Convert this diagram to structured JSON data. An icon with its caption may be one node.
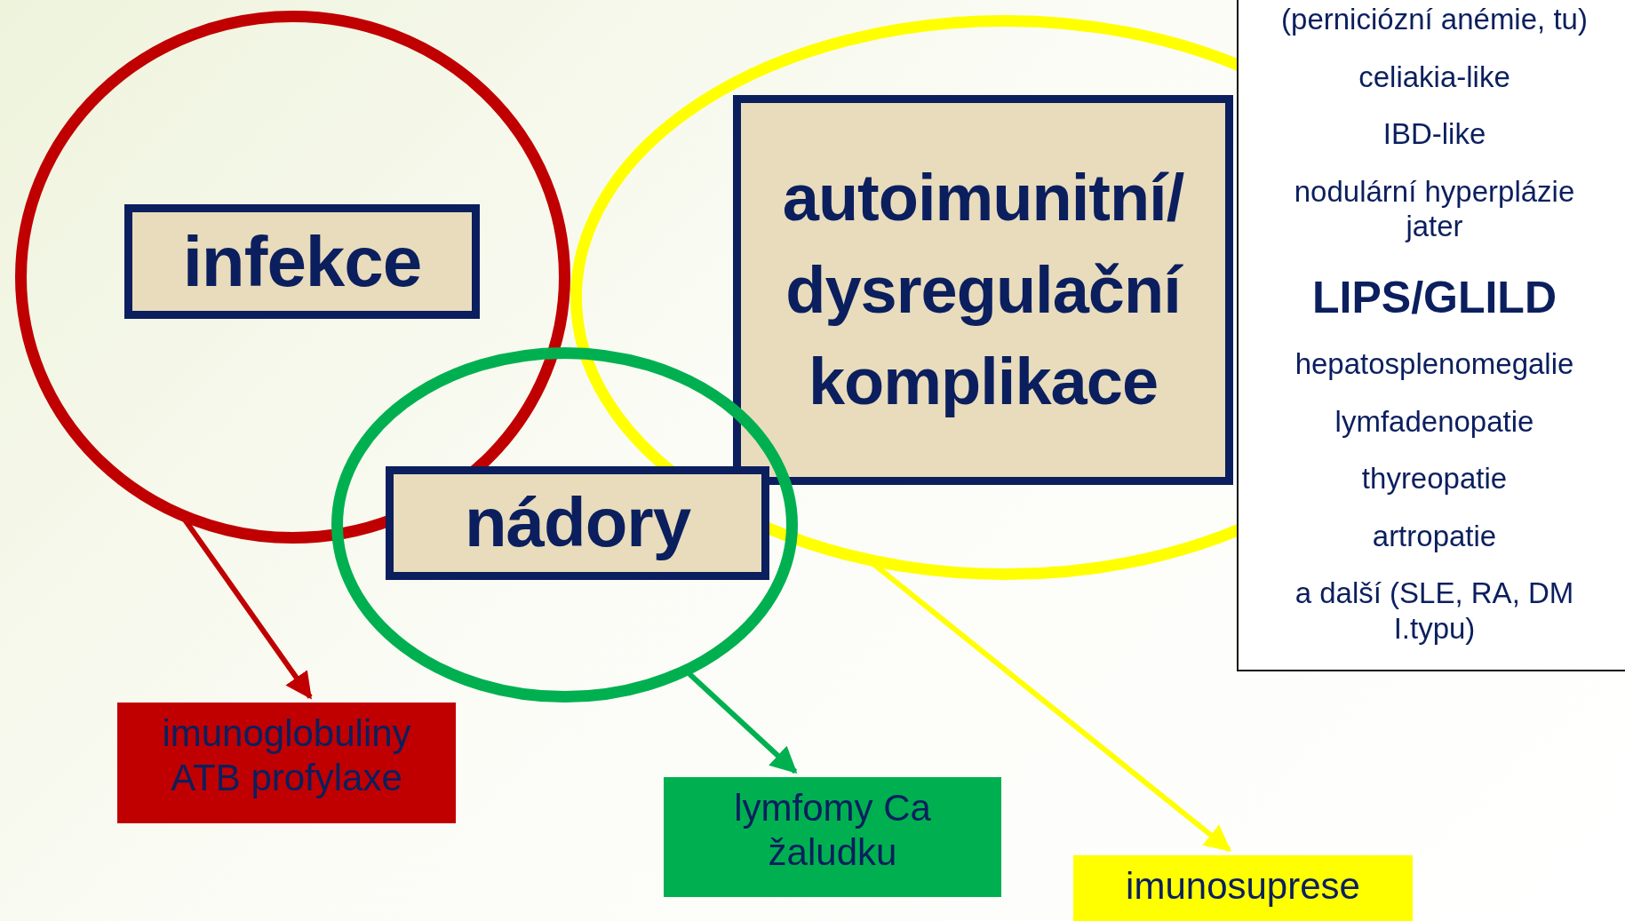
{
  "diagram": {
    "nodes": [
      {
        "text": [],
        "shape": "ellipse"
      },
      {
        "text": [
          "infekce"
        ],
        "in": 0
      },
      {
        "text": [],
        "shape": "ellipse"
      },
      {
        "text": [
          "autoimunitní/ dysregulační komplikace"
        ],
        "in": 2
      },
      {
        "text": [],
        "shape": "ellipse"
      },
      {
        "text": [
          "nádory"
        ],
        "in": 4
      },
      {
        "text": [
          "(perniciózní anémie, tu)",
          "celiakia-like",
          "IBD-like",
          "nodulární hyperplázie jater",
          "LIPS/GLILD",
          "hepatosplenomegalie",
          "lymfadenopatie",
          "thyreopatie",
          "artropatie",
          "a další (SLE, RA, DM I.typu)"
        ]
      },
      {
        "text": [
          "imunoglobuliny ATB profylaxe"
        ]
      },
      {
        "text": [
          "lymfomy Ca žaludku"
        ]
      },
      {
        "text": [
          "imunosuprese"
        ]
      }
    ],
    "edges": [
      {
        "from": 0,
        "to": 7,
        "arrow": "to",
        "color": "#c00000"
      },
      {
        "from": 4,
        "to": 8,
        "arrow": "to",
        "color": "#00b050"
      },
      {
        "from": 2,
        "to": 9,
        "arrow": "to",
        "color": "#ffff00"
      }
    ]
  }
}
